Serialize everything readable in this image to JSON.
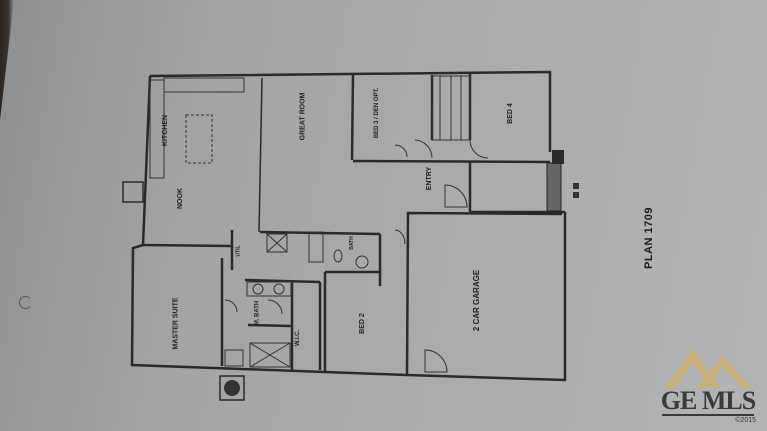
{
  "document": {
    "title": "PLAN 1709",
    "type": "floor-plan"
  },
  "rooms": [
    {
      "id": "kitchen",
      "label": "KITCHEN"
    },
    {
      "id": "nook",
      "label": "NOOK"
    },
    {
      "id": "great-room",
      "label": "GREAT ROOM"
    },
    {
      "id": "bed3",
      "label": "BED 3 / DEN OPT."
    },
    {
      "id": "bed4",
      "label": "BED 4"
    },
    {
      "id": "entry",
      "label": "ENTRY"
    },
    {
      "id": "master-suite",
      "label": "MASTER SUITE"
    },
    {
      "id": "m-bath",
      "label": "M. BATH"
    },
    {
      "id": "wic",
      "label": "W.I.C."
    },
    {
      "id": "bed2",
      "label": "BED 2"
    },
    {
      "id": "garage",
      "label": "2 CAR GARAGE"
    },
    {
      "id": "util",
      "label": "UTIL"
    },
    {
      "id": "bath",
      "label": "BATH"
    }
  ],
  "watermark": {
    "brand": "GE MLS",
    "copyright": "©2015",
    "colors": {
      "roof": "#c8b27a",
      "text": "#3a3a3a"
    }
  },
  "colors": {
    "paper": "#a9aaab",
    "wall": "#2a2a2a",
    "ink": "#222222"
  }
}
